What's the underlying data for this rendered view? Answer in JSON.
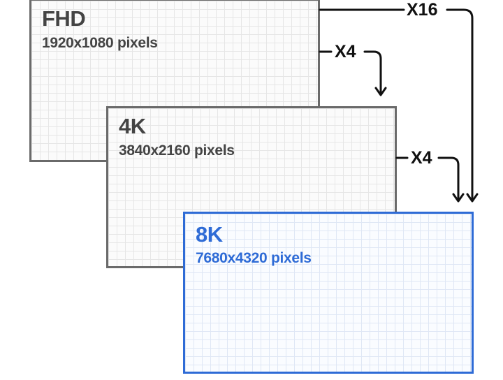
{
  "panels": {
    "fhd": {
      "title": "FHD",
      "resolution": "1920x1080 pixels"
    },
    "uhd4k": {
      "title": "4K",
      "resolution": "3840x2160 pixels"
    },
    "uhd8k": {
      "title": "8K",
      "resolution": "7680x4320 pixels"
    }
  },
  "arrows": {
    "fhd_to_8k": "X16",
    "fhd_to_4k": "X4",
    "uhd4k_to_8k": "X4"
  },
  "colors": {
    "gray_border": "#6a6a6a",
    "text_gray": "#444444",
    "accent_blue": "#2e6bd6",
    "arrow": "#111111"
  }
}
